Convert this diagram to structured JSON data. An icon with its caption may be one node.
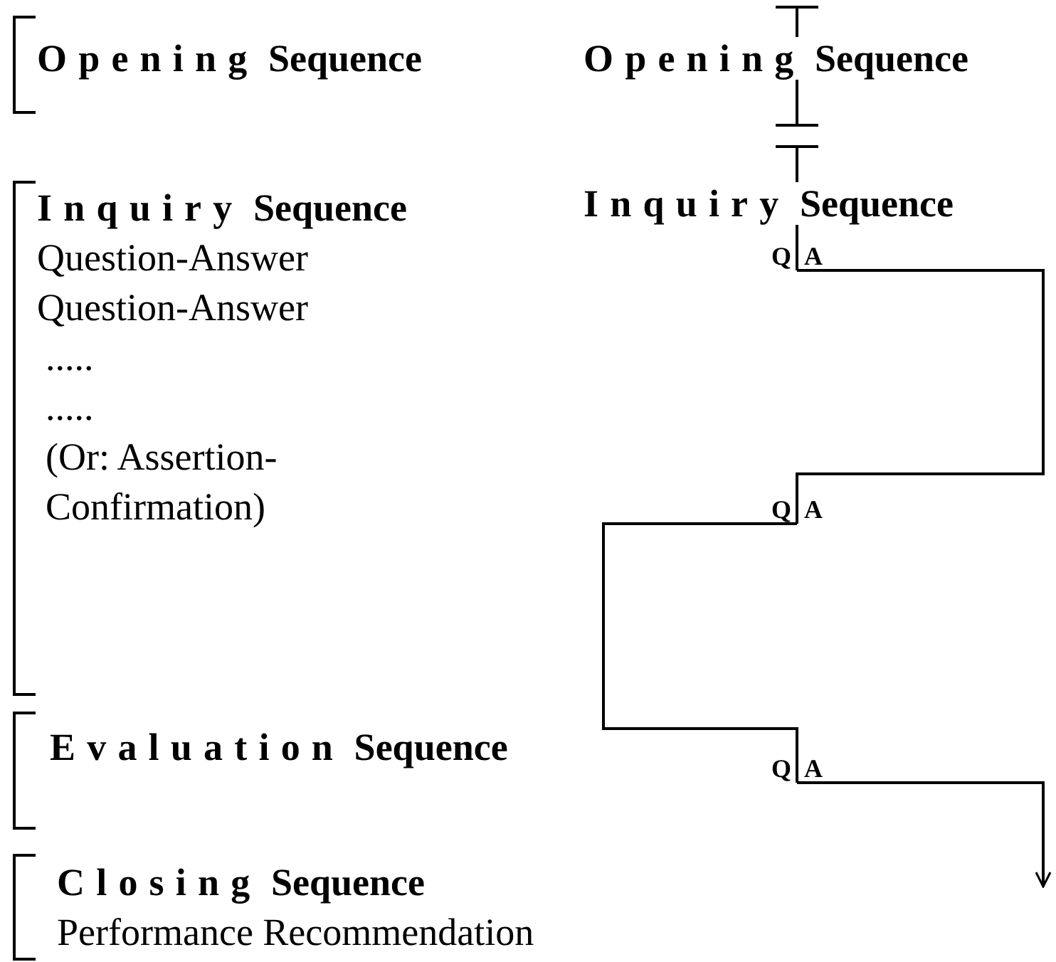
{
  "diagram": {
    "nodes": [
      {
        "text": [
          "Opening Sequence"
        ]
      },
      {
        "text": [
          "Inquiry Sequence",
          "Question-Answer",
          "Question-Answer",
          ".....",
          ".....",
          "(Or: Assertion-Confirmation)"
        ]
      },
      {
        "text": [
          "Evaluation Sequence"
        ]
      },
      {
        "text": [
          "Closing Sequence",
          "Performance Recommendation"
        ]
      },
      {
        "text": [
          "Opening Sequence"
        ]
      },
      {
        "text": [
          "Inquiry Sequence"
        ]
      },
      {
        "text": [
          "Q",
          "A"
        ]
      },
      {
        "text": [
          "Q",
          "A"
        ]
      },
      {
        "text": [
          "Q",
          "A"
        ]
      }
    ],
    "edges": [
      {
        "from": 5,
        "to": 6,
        "arrow": "none"
      },
      {
        "from": 6,
        "to": 7,
        "arrow": "none"
      },
      {
        "from": 7,
        "to": 8,
        "arrow": "none"
      },
      {
        "from": 8,
        "to": null,
        "arrow": "to"
      }
    ]
  }
}
